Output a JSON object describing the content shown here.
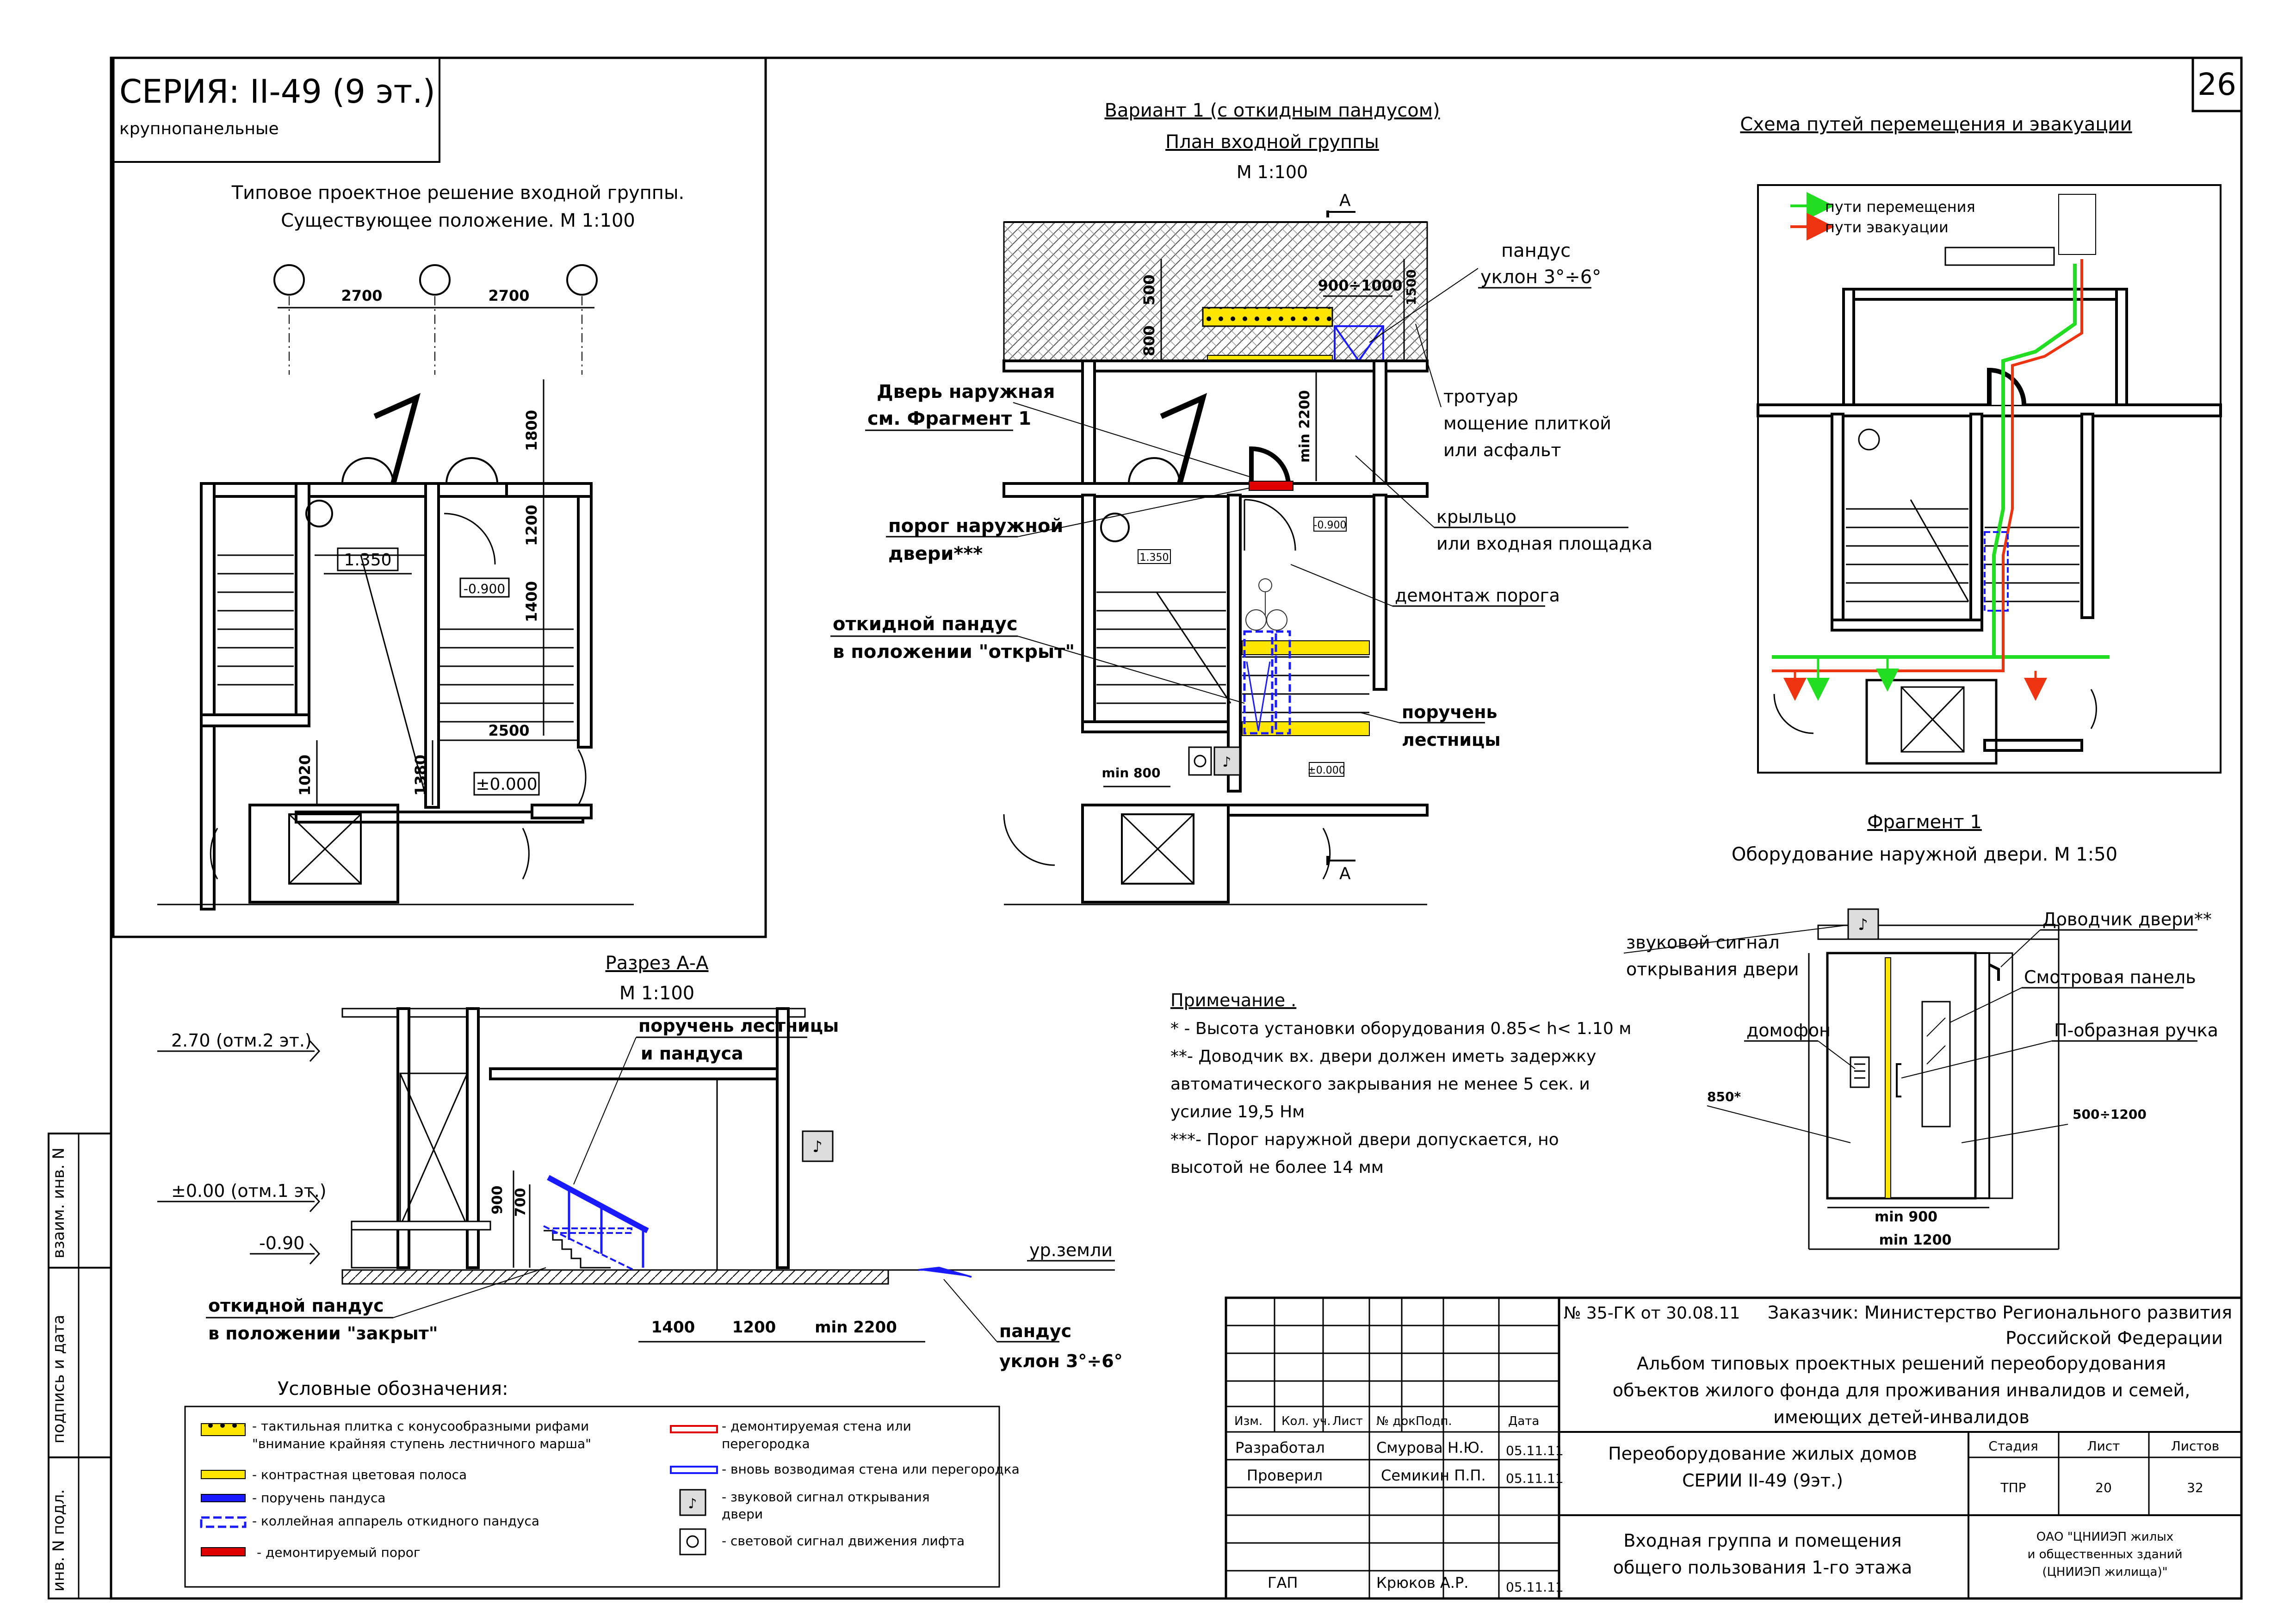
{
  "sheet": {
    "number": "26",
    "series_title": "СЕРИЯ: II-49 (9 эт.)",
    "series_subtitle": "крупнопанельные"
  },
  "existing": {
    "title_line1": "Типовое проектное решение входной группы.",
    "title_line2": "Существующее положение. М 1:100",
    "dims": [
      "2700",
      "2700",
      "1800",
      "1200",
      "1400",
      "2500",
      "1020",
      "1380"
    ],
    "levels": [
      "1.350",
      "-0.900",
      "±0.000"
    ]
  },
  "variant": {
    "title": "Вариант 1 (с откидным пандусом)",
    "subtitle": "План входной группы",
    "scale": "М 1:100",
    "section_mark": "А",
    "dims": [
      "500",
      "800",
      "900÷1000",
      "1500",
      "min 2200",
      "min 800"
    ],
    "levels": [
      "-0.900",
      "1.350",
      "±0.000"
    ],
    "labels": {
      "door_l1": "Дверь наружная",
      "door_l2": "см. Фрагмент 1",
      "threshold_l1": "порог наружной",
      "threshold_l2": "двери***",
      "ramp_fold_l1": "откидной пандус",
      "ramp_fold_l2": "в положении \"открыт\"",
      "ramp_l1": "пандус",
      "ramp_l2": "уклон 3°÷6°",
      "sidewalk_l1": "тротуар",
      "sidewalk_l2": "мощение плиткой",
      "sidewalk_l3": "или асфальт",
      "porch_l1": "крыльцо",
      "porch_l2": "или входная площадка",
      "dismantle": "демонтаж порога",
      "handrail_l1": "поручень",
      "handrail_l2": "лестницы"
    }
  },
  "evac": {
    "title": "Схема путей перемещения и эвакуации",
    "legend_move": "пути перемещения",
    "legend_evac": "пути эвакуации",
    "colors": {
      "move": "#22dd22",
      "evac": "#ee3311"
    }
  },
  "section": {
    "title": "Разрез А-А",
    "scale": "М 1:100",
    "levels": [
      "2.70 (отм.2 эт.)",
      "±0.00 (отм.1 эт.)",
      "-0.90"
    ],
    "ground": "ур.земли",
    "handrail_l1": "поручень лестницы",
    "handrail_l2": "и пандуса",
    "ramp_closed_l1": "откидной пандус",
    "ramp_closed_l2": "в положении \"закрыт\"",
    "ramp_l1": "пандус",
    "ramp_l2": "уклон 3°÷6°",
    "dims": [
      "900",
      "700",
      "1400",
      "1200",
      "min 2200"
    ]
  },
  "fragment": {
    "title": "Фрагмент 1",
    "subtitle": "Оборудование наружной двери. М 1:50",
    "labels": {
      "sound_l1": "звуковой сигнал",
      "sound_l2": "открывания двери",
      "closer": "Доводчик двери**",
      "panel": "Смотровая панель",
      "handle": "П-образная ручка",
      "intercom": "домофон"
    },
    "dims": [
      "850*",
      "500÷1200",
      "min 900",
      "min 1200"
    ]
  },
  "notes": {
    "title": "Примечание .",
    "lines": [
      "* - Высота установки оборудования 0.85< h< 1.10 м",
      "**- Доводчик вх. двери должен иметь задержку",
      " автоматического закрывания не менее 5 сек. и",
      "усилие 19,5 Нм",
      "***-  Порог наружной двери допускается, но",
      "высотой не более 14 мм"
    ]
  },
  "legend": {
    "title": "Условные обозначения:",
    "left": [
      {
        "l1": "- тактильная плитка с конусообразными рифами",
        "l2": "\"внимание крайняя ступень лестничного марша\""
      },
      {
        "l1": "- контрастная цветовая полоса",
        "l2": ""
      },
      {
        "l1": "- поручень пандуса",
        "l2": ""
      },
      {
        "l1": "- коллейная аппарель откидного пандуса",
        "l2": ""
      },
      {
        "l1": "- демонтируемый порог",
        "l2": ""
      }
    ],
    "right": [
      {
        "l1": "- демонтируемая стена или",
        "l2": "перегородка"
      },
      {
        "l1": "- вновь возводимая стена или перегородка",
        "l2": ""
      },
      {
        "l1": "- звуковой сигнал открывания",
        "l2": "двери"
      },
      {
        "l1": "- световой сигнал движения лифта",
        "l2": ""
      }
    ],
    "colors": {
      "yellow": "#ffe600",
      "blue": "#1a1aff",
      "red": "#e00000"
    }
  },
  "side_stamp": [
    "взаим. инв. N",
    "подпись и дата",
    "инв. N подл."
  ],
  "titleblock": {
    "contract": "№ 35-ГК от 30.08.11",
    "customer_l1": "Заказчик: Министерство Регионального развития",
    "customer_l2": "Российской Федерации",
    "album_l1": "Альбом типовых проектных решений переоборудования",
    "album_l2": "объектов жилого фонда для проживания инвалидов и семей,",
    "album_l3": "имеющих детей-инвалидов",
    "project_l1": "Переоборудование жилых домов",
    "project_l2": "СЕРИИ II-49 (9эт.)",
    "sheet_name_l1": "Входная группа и помещения",
    "sheet_name_l2": "общего пользования 1-го этажа",
    "org_l1": "ОАО \"ЦНИИЭП жилых",
    "org_l2": "и общественных зданий",
    "org_l3": "(ЦНИИЭП жилища)\"",
    "headers": [
      "Изм.",
      "Кол. уч.",
      "Лист",
      "№ док.",
      "Подп.",
      "Дата"
    ],
    "stage_headers": [
      "Стадия",
      "Лист",
      "Листов"
    ],
    "stage_values": [
      "ТПР",
      "20",
      "32"
    ],
    "rows": [
      {
        "role": "Разработал",
        "name": "Смурова Н.Ю.",
        "date": "05.11.11"
      },
      {
        "role": "Проверил",
        "name": "Семикин П.П.",
        "date": "05.11.11"
      },
      {
        "role": "ГАП",
        "name": "Крюков А.Р.",
        "date": "05.11.11"
      }
    ]
  }
}
